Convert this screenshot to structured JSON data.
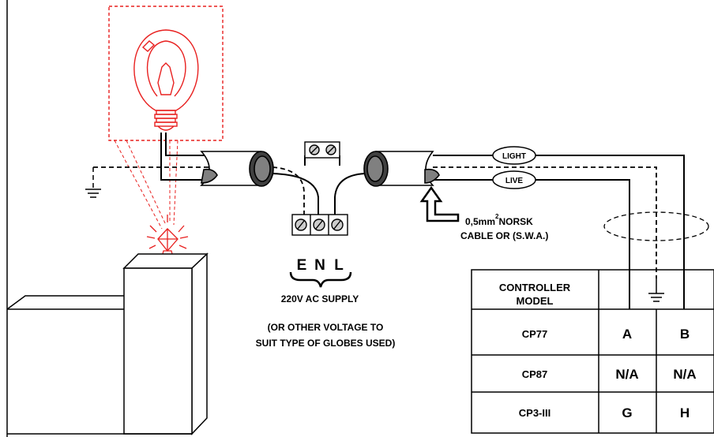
{
  "terminals": {
    "earth": "E",
    "neutral": "N",
    "live": "L"
  },
  "supply": {
    "label": "220V AC SUPPLY",
    "note_line1": "(OR OTHER VOLTAGE TO",
    "note_line2": "SUIT TYPE OF GLOBES USED)"
  },
  "cable": {
    "line1_prefix": "0,5mm",
    "line1_superscript": "2",
    "line1_suffix": "NORSK",
    "line2": "CABLE OR (S.W.A.)"
  },
  "wire_tags": {
    "light": "LIGHT",
    "live": "LIVE"
  },
  "table": {
    "header_line1": "CONTROLLER",
    "header_line2": "MODEL",
    "rows": [
      {
        "model": "CP77",
        "a": "A",
        "b": "B"
      },
      {
        "model": "CP87",
        "a": "N/A",
        "b": "N/A"
      },
      {
        "model": "CP3-III",
        "a": "G",
        "b": "H"
      }
    ]
  },
  "colors": {
    "lamp": "#e8201f",
    "line": "#000000",
    "conduit_fill": "#808080"
  }
}
